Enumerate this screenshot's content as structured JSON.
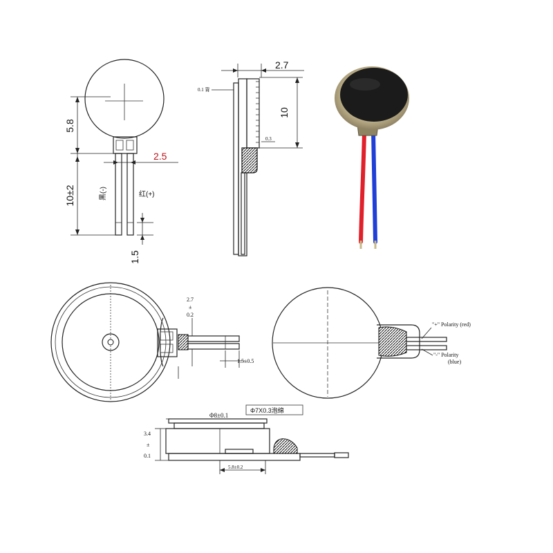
{
  "top_left_view": {
    "dim_height": "5.8",
    "dim_pitch": "2.5",
    "dim_lead": "10±2",
    "label_black": "黑(-)",
    "label_red": "红(+)",
    "dim_strip": "1.5"
  },
  "side_view": {
    "dim_width": "2.7",
    "dim_top_note": "0.1 背",
    "dim_diameter": "10",
    "dim_gap": "0.3"
  },
  "photo": {
    "wire_colors": {
      "red": "#e0202a",
      "blue": "#1f3fd6",
      "body": "#1b1b1b"
    }
  },
  "bottom_left_view": {
    "dim_pitch_line1": "2.7",
    "dim_pitch_line2": "±",
    "dim_pitch_line3": "0.2",
    "dim_strip": "1.5±0.5"
  },
  "bottom_right_view": {
    "pos_label": "\"+\" Polarity (red)",
    "neg_label_line1": "\"-\" Polarity",
    "neg_label_line2": "(blue)"
  },
  "section_view": {
    "dim_diameter": "Φ8±0.1",
    "foam_note": "Φ7X0.3泡绵",
    "dim_thick_line1": "3.4",
    "dim_thick_line2": "±",
    "dim_thick_line3": "0.1",
    "dim_base": "5.8±0.2"
  }
}
